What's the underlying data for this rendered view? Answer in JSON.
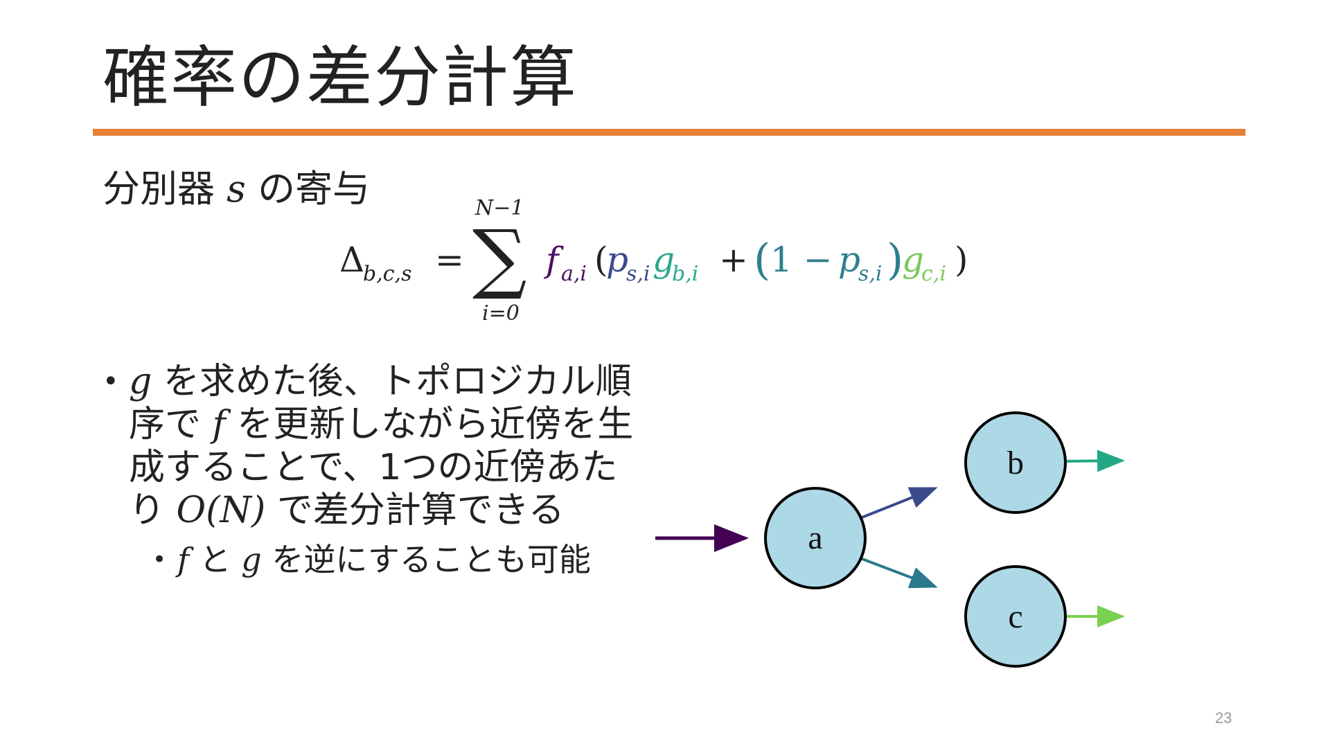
{
  "slide": {
    "title": "確率の差分計算",
    "subtitle_pre": "分別器",
    "subtitle_var": "s",
    "subtitle_post": "の寄与",
    "page_number": "23"
  },
  "formula": {
    "lhs": "Δ",
    "lhs_sub": "b,c,s",
    "equals": "=",
    "sum_upper": "N−1",
    "sum_lower": "i=0",
    "sigma": "∑",
    "f": "f",
    "f_sub": "a,i",
    "lparen": "(",
    "p1": "p",
    "p1_sub": "s,i",
    "g1": "g",
    "g1_sub": "b,i",
    "plus": "+",
    "lparen2": "(",
    "one_minus": "1 −",
    "p2": "p",
    "p2_sub": "s,i",
    "rparen2": ")",
    "g2": "g",
    "g2_sub": "c,i",
    "rparen": ")",
    "colors": {
      "f": "#4a1060",
      "p1": "#3b4a8c",
      "g1": "#2aa88c",
      "paren2": "#2e7f8e",
      "g2": "#7bc95a",
      "black": "#222222"
    }
  },
  "bullets": {
    "main_var1": "g",
    "main_text1": " を求めた後、トポロジカル順序で ",
    "main_var2": "f",
    "main_text2": " を更新しながら近傍を生成することで、1つの近傍あたり ",
    "main_var3": "O(N)",
    "main_text3": " で差分計算できる",
    "sub_var1": "f",
    "sub_text1": " と ",
    "sub_var2": "g",
    "sub_text2": " を逆にすることも可能"
  },
  "graph": {
    "nodes": [
      {
        "id": "a",
        "label": "a"
      },
      {
        "id": "b",
        "label": "b"
      },
      {
        "id": "c",
        "label": "c"
      }
    ],
    "node_fill": "#add8e6",
    "edge_colors": {
      "in_a": "#440154",
      "a_b": "#3b4a8c",
      "a_c": "#2a7a8c",
      "b_out": "#22a884",
      "c_out": "#7ad151"
    }
  }
}
